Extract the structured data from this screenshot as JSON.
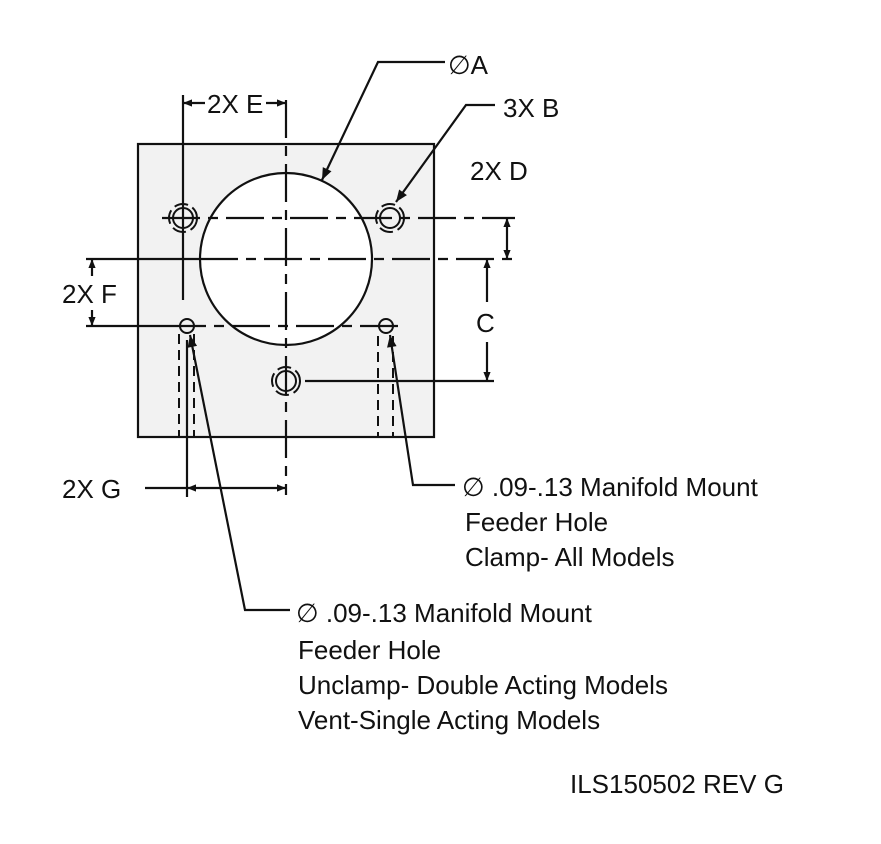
{
  "labels": {
    "dia_a": "∅A",
    "three_x_b": "3X B",
    "two_x_e": "2X E",
    "two_x_d": "2X D",
    "two_x_f": "2X F",
    "c": "C",
    "two_x_g": "2X G"
  },
  "note_right": {
    "line1": "∅ .09-.13 Manifold Mount",
    "line2": "Feeder Hole",
    "line3": "Clamp- All Models"
  },
  "note_left": {
    "line1": "∅ .09-.13 Manifold Mount",
    "line2": "Feeder Hole",
    "line3": "Unclamp- Double Acting Models",
    "line4": "Vent-Single Acting Models"
  },
  "drawing_id": "ILS150502 REV G",
  "colors": {
    "plate_fill": "#f2f2f2",
    "line": "#111111"
  }
}
